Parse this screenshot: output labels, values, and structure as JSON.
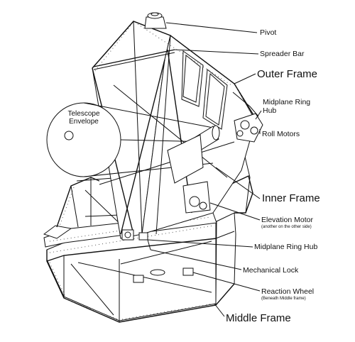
{
  "labels": {
    "pivot": "Pivot",
    "spreader_bar": "Spreader Bar",
    "outer_frame": "Outer Frame",
    "midplane_ring_hub_top_1": "Midplane Ring",
    "midplane_ring_hub_top_2": "Hub",
    "roll_motors": "Roll Motors",
    "inner_frame": "Inner Frame",
    "elevation_motor": "Elevation Motor",
    "elevation_motor_note": "(another on the other side)",
    "midplane_ring_hub": "Midplane Ring Hub",
    "mechanical_lock": "Mechanical Lock",
    "reaction_wheel": "Reaction Wheel",
    "reaction_wheel_note": "(Beneath Middle frame)",
    "middle_frame": "Middle Frame",
    "telescope_envelope_1": "Telescope",
    "telescope_envelope_2": "Envelope"
  }
}
